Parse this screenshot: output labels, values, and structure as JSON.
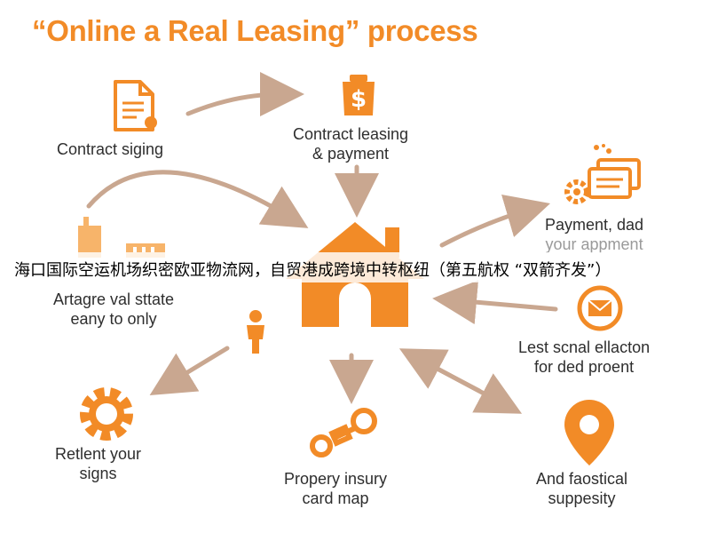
{
  "title": "“Online a Real Leasing” process",
  "nodes": {
    "contract_signing": "Contract siging",
    "contract_leasing": [
      "Contract leasing",
      "& payment"
    ],
    "payment_dad": [
      "Payment, dad",
      "your appment"
    ],
    "artagre": [
      "Artagre val sttate",
      "eany to only"
    ],
    "lest_scnal": [
      "Lest scnal ellacton",
      "for ded proent"
    ],
    "retlent": [
      "Retlent your",
      "signs"
    ],
    "propery": [
      "Propery insury",
      "card map"
    ],
    "and_faostical": [
      "And faostical",
      "suppesity"
    ]
  },
  "center_icon": "house-icon",
  "overlay_caption": "海口国际空运机场织密欧亚物流网，自贸港成跨境中转枢纽（第五航权 “双箭齐发”）",
  "colors": {
    "accent": "#f28b27",
    "arrow": "#c9a790",
    "text": "#2e2e2e"
  }
}
